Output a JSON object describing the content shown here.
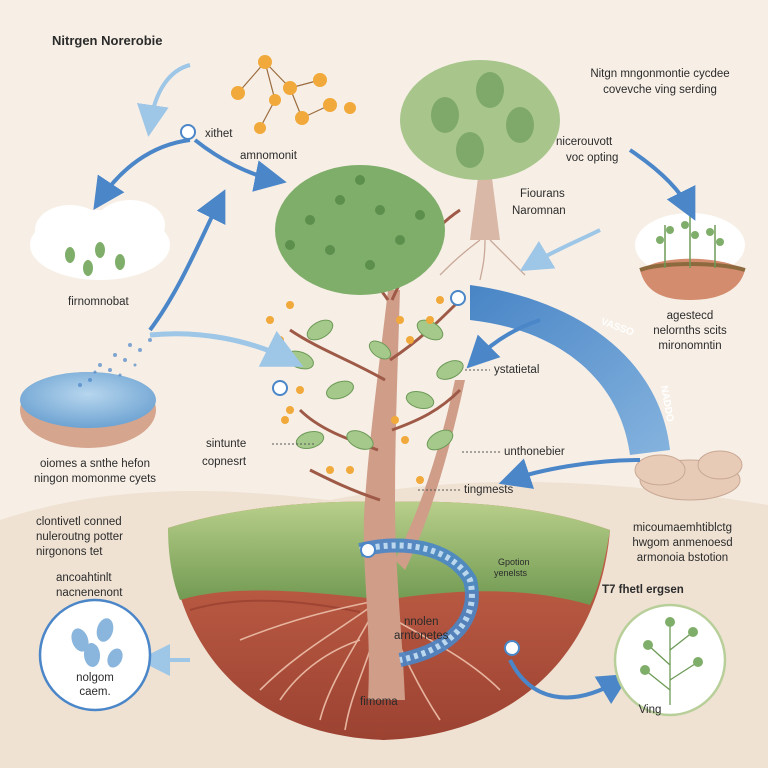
{
  "labels": {
    "top_left_title": "Nitrgen Norerobie",
    "top_right_a": "Nitgn mngonmontie cycdee",
    "top_right_b": "covevche ving serding",
    "center_top_a": "nicerouvott",
    "center_top_b": "voc opting",
    "center_mid_a": "Fiourans",
    "center_mid_b": "Naromnan",
    "small_left_a": "xithet",
    "small_left_b": "amnomonit",
    "left_cloud": "firnomnobat",
    "left_pool_a": "oiomes a snthe hefon",
    "left_pool_b": "ningon momonme cyets",
    "left_mid_a": "clontivetl conned",
    "left_mid_b": "nuleroutng potter",
    "left_mid_c": "nirgonons tet",
    "left_low_a": "ancoahtinlt",
    "left_low_b": "nacnenenont",
    "circle_left_a": "nolgom",
    "circle_left_b": "caem.",
    "right_soil_a": "agestecd",
    "right_soil_b": "nelornths scits",
    "right_soil_c": "mironomntin",
    "arrow_text_a": "VASSO",
    "arrow_text_b": "NADDO",
    "right_mid_a": "micoumaemhtiblctg",
    "right_mid_b": "hwgom anmenoesd",
    "right_mid_c": "armonoia bstotion",
    "right_low": "T7 fhetl ergsen",
    "circle_right": "Ving",
    "tree_a": "ystatietal",
    "tree_b": "sintunte",
    "tree_c": "copnesrt",
    "tree_d": "unthonebier",
    "tree_e": "tingmests",
    "soil_a": "nnolen",
    "soil_b": "arntonetes",
    "soil_bottom": "fimoma",
    "soil_tiny_a": "Gpotion",
    "soil_tiny_b": "yenelsts"
  },
  "colors": {
    "background": "#f7efe6",
    "arrow_blue": "#4a86c8",
    "arrow_light": "#a9cde8",
    "leaf_green": "#7fae6a",
    "soil_red": "#b2513d",
    "grass_green": "#93b46a",
    "berry_orange": "#f0a93a",
    "trunk": "#c99a86"
  }
}
